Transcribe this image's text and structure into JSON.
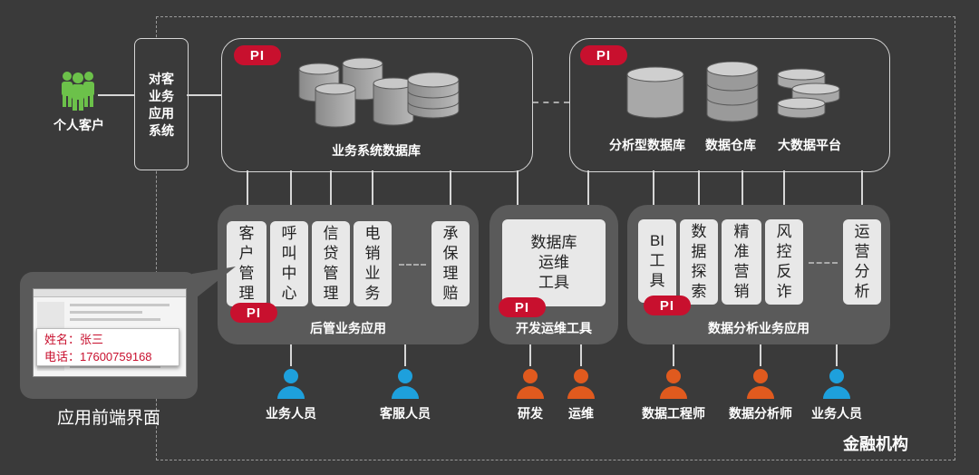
{
  "colors": {
    "accent_red": "#c8102e",
    "person_blue": "#1ea0dc",
    "person_orange": "#e05a1e",
    "customer_green": "#6cc14a"
  },
  "customer": {
    "label": "个人客户",
    "icon": "person-group-icon"
  },
  "front_system": {
    "label_lines": [
      "对客",
      "业务",
      "应用",
      "系统"
    ]
  },
  "pi_badge": "PI",
  "db_top_left": {
    "label": "业务系统数据库"
  },
  "db_top_right": {
    "labels": [
      "分析型数据库",
      "数据仓库",
      "大数据平台"
    ]
  },
  "group_back": {
    "title": "后管业务应用",
    "cards": [
      [
        "客",
        "户",
        "管",
        "理"
      ],
      [
        "呼",
        "叫",
        "中",
        "心"
      ],
      [
        "信",
        "贷",
        "管",
        "理"
      ],
      [
        "电",
        "销",
        "业",
        "务"
      ],
      [
        "承",
        "保",
        "理",
        "赔"
      ]
    ]
  },
  "group_dev": {
    "title": "开发运维工具",
    "card_lines": [
      "数据库",
      "运维",
      "工具"
    ]
  },
  "group_analysis": {
    "title": "数据分析业务应用",
    "cards": [
      [
        "BI",
        "工",
        "具"
      ],
      [
        "数",
        "据",
        "探",
        "索"
      ],
      [
        "精",
        "准",
        "营",
        "销"
      ],
      [
        "风",
        "控",
        "反",
        "诈"
      ],
      [
        "运",
        "营",
        "分",
        "析"
      ]
    ]
  },
  "front_ui": {
    "caption": "应用前端界面",
    "popup_name": "姓名：张三",
    "popup_phone": "电话：17600759168"
  },
  "people": [
    {
      "label": "业务人员",
      "color": "blue"
    },
    {
      "label": "客服人员",
      "color": "blue"
    },
    {
      "label": "研发",
      "color": "orange"
    },
    {
      "label": "运维",
      "color": "orange"
    },
    {
      "label": "数据工程师",
      "color": "orange"
    },
    {
      "label": "数据分析师",
      "color": "orange"
    },
    {
      "label": "业务人员",
      "color": "blue"
    }
  ],
  "institution": "金融机构"
}
